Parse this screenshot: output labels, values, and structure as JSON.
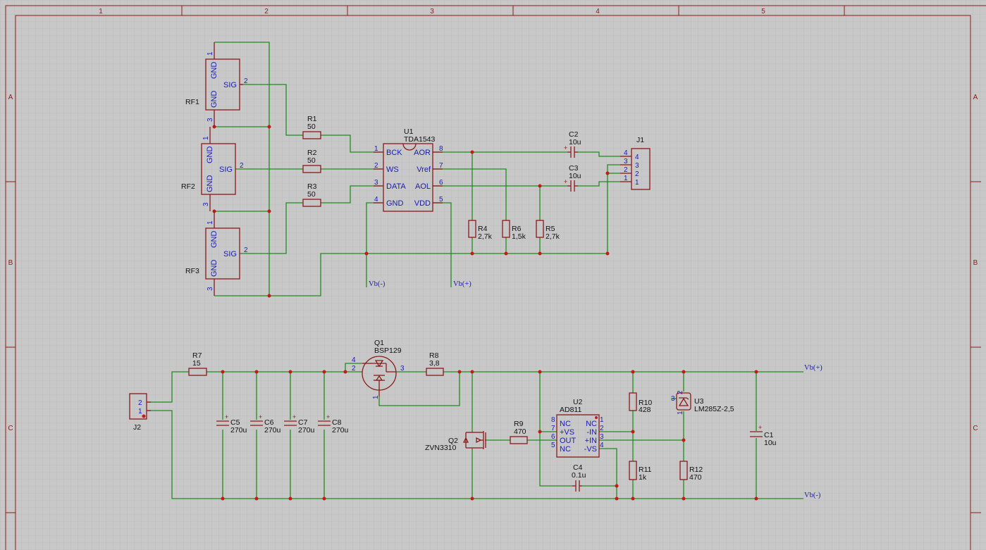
{
  "border": {
    "columns": [
      "1",
      "2",
      "3",
      "4",
      "5"
    ],
    "rows": [
      "A",
      "B",
      "C"
    ]
  },
  "components": {
    "rf1": {
      "ref": "RF1",
      "pins": [
        "GND",
        "SIG",
        "GND"
      ],
      "pin_numbers": [
        "1",
        "2",
        "3"
      ]
    },
    "rf2": {
      "ref": "RF2",
      "pins": [
        "GND",
        "SIG",
        "GND"
      ],
      "pin_numbers": [
        "1",
        "2",
        "3"
      ]
    },
    "rf3": {
      "ref": "RF3",
      "pins": [
        "GND",
        "SIG",
        "GND"
      ],
      "pin_numbers": [
        "1",
        "2",
        "3"
      ]
    },
    "r1": {
      "ref": "R1",
      "value": "50"
    },
    "r2": {
      "ref": "R2",
      "value": "50"
    },
    "r3": {
      "ref": "R3",
      "value": "50"
    },
    "u1": {
      "ref": "U1",
      "value": "TDA1543",
      "left_pins": [
        {
          "num": "1",
          "name": "BCK"
        },
        {
          "num": "2",
          "name": "WS"
        },
        {
          "num": "3",
          "name": "DATA"
        },
        {
          "num": "4",
          "name": "GND"
        }
      ],
      "right_pins": [
        {
          "num": "8",
          "name": "AOR"
        },
        {
          "num": "7",
          "name": "Vref"
        },
        {
          "num": "6",
          "name": "AOL"
        },
        {
          "num": "5",
          "name": "VDD"
        }
      ]
    },
    "r4": {
      "ref": "R4",
      "value": "2,7k"
    },
    "r5": {
      "ref": "R5",
      "value": "2,7k"
    },
    "r6": {
      "ref": "R6",
      "value": "1,5k"
    },
    "c2": {
      "ref": "C2",
      "value": "10u"
    },
    "c3": {
      "ref": "C3",
      "value": "10u"
    },
    "j1": {
      "ref": "J1",
      "pin_numbers": [
        "4",
        "3",
        "2",
        "1"
      ]
    },
    "j2": {
      "ref": "J2",
      "pin_numbers": [
        "2",
        "1"
      ]
    },
    "r7": {
      "ref": "R7",
      "value": "15"
    },
    "c5": {
      "ref": "C5",
      "value": "270u"
    },
    "c6": {
      "ref": "C6",
      "value": "270u"
    },
    "c7": {
      "ref": "C7",
      "value": "270u"
    },
    "c8": {
      "ref": "C8",
      "value": "270u"
    },
    "q1": {
      "ref": "Q1",
      "value": "BSP129",
      "pin_numbers": [
        "4",
        "2",
        "3",
        "1"
      ]
    },
    "r8": {
      "ref": "R8",
      "value": "3,8"
    },
    "q2": {
      "ref": "Q2",
      "value": "ZVN3310"
    },
    "r9": {
      "ref": "R9",
      "value": "470"
    },
    "u2": {
      "ref": "U2",
      "value": "AD811",
      "left_pins": [
        {
          "num": "8",
          "name": "NC"
        },
        {
          "num": "7",
          "name": "+VS"
        },
        {
          "num": "6",
          "name": "OUT"
        },
        {
          "num": "5",
          "name": "NC"
        }
      ],
      "right_pins": [
        {
          "num": "1",
          "name": "NC"
        },
        {
          "num": "2",
          "name": "-IN"
        },
        {
          "num": "3",
          "name": "+IN"
        },
        {
          "num": "4",
          "name": "-VS"
        }
      ]
    },
    "c4": {
      "ref": "C4",
      "value": "0.1u"
    },
    "r10": {
      "ref": "R10",
      "value": "428"
    },
    "r11": {
      "ref": "R11",
      "value": "1k"
    },
    "u3": {
      "ref": "U3",
      "value": "LM285Z-2,5",
      "pin_numbers": [
        "3",
        "2",
        "1"
      ]
    },
    "r12": {
      "ref": "R12",
      "value": "470"
    },
    "c1": {
      "ref": "C1",
      "value": "10u"
    }
  },
  "nets": {
    "vb_minus": "Vb(-)",
    "vb_plus": "Vb(+)"
  }
}
